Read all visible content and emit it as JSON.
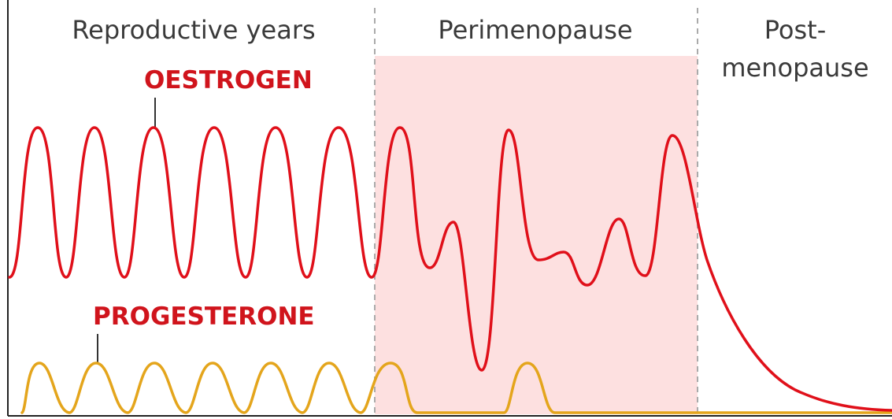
{
  "phases": {
    "reproductive": "Reproductive years",
    "perimenopause": "Perimenopause",
    "postmenopause_line1": "Post-",
    "postmenopause_line2": "menopause"
  },
  "series": {
    "oestrogen": "OESTROGEN",
    "progesterone": "PROGESTERONE"
  },
  "colors": {
    "oestrogen": "#e0101a",
    "progesterone": "#e4a51c",
    "perimenopause_band": "#fde0e0",
    "divider": "#aaaaaa",
    "axis": "#222222",
    "label": "#d0141c"
  },
  "icons": {
    "oestrogen_pointer": "leader-line",
    "progesterone_pointer": "leader-line"
  }
}
